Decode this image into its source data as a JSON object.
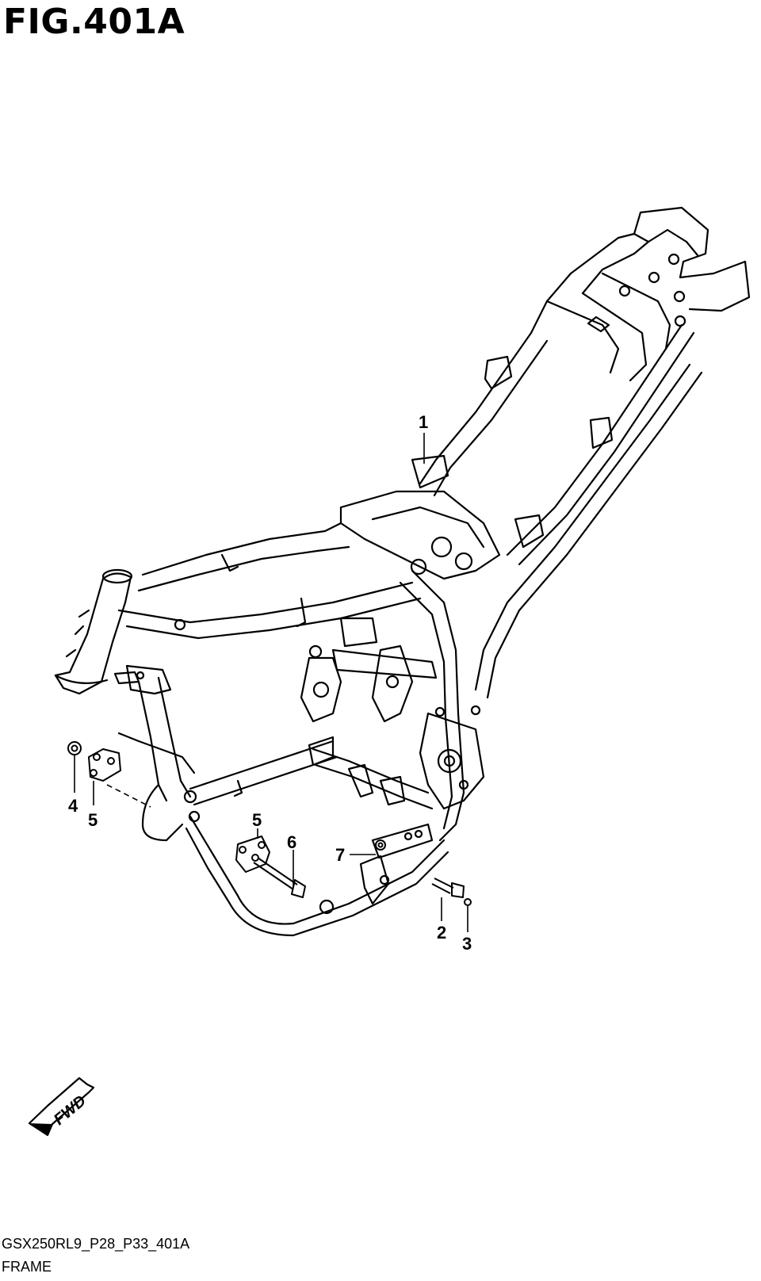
{
  "figure": {
    "title": "FIG.401A",
    "ref_code": "GSX250RL9_P28_P33_401A",
    "caption": "FRAME"
  },
  "callouts": {
    "c1": "1",
    "c2": "2",
    "c3": "3",
    "c4": "4",
    "c5a": "5",
    "c5b": "5",
    "c6": "6",
    "c7": "7"
  },
  "direction_badge": {
    "label": "FWD"
  }
}
